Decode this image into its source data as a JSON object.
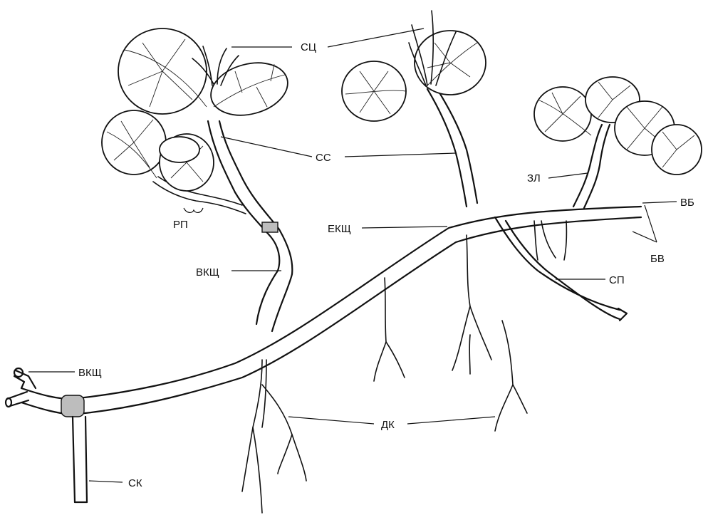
{
  "labels": {
    "sc": "СЦ",
    "ss": "СС",
    "zl": "ЗЛ",
    "vb": "ВБ",
    "bv": "БВ",
    "rp": "РП",
    "ekshch": "ЕКЩ",
    "vkshch_upper": "ВКЩ",
    "sp": "СП",
    "vkshch_lower": "ВКЩ",
    "dk": "ДК",
    "sk": "СК"
  }
}
